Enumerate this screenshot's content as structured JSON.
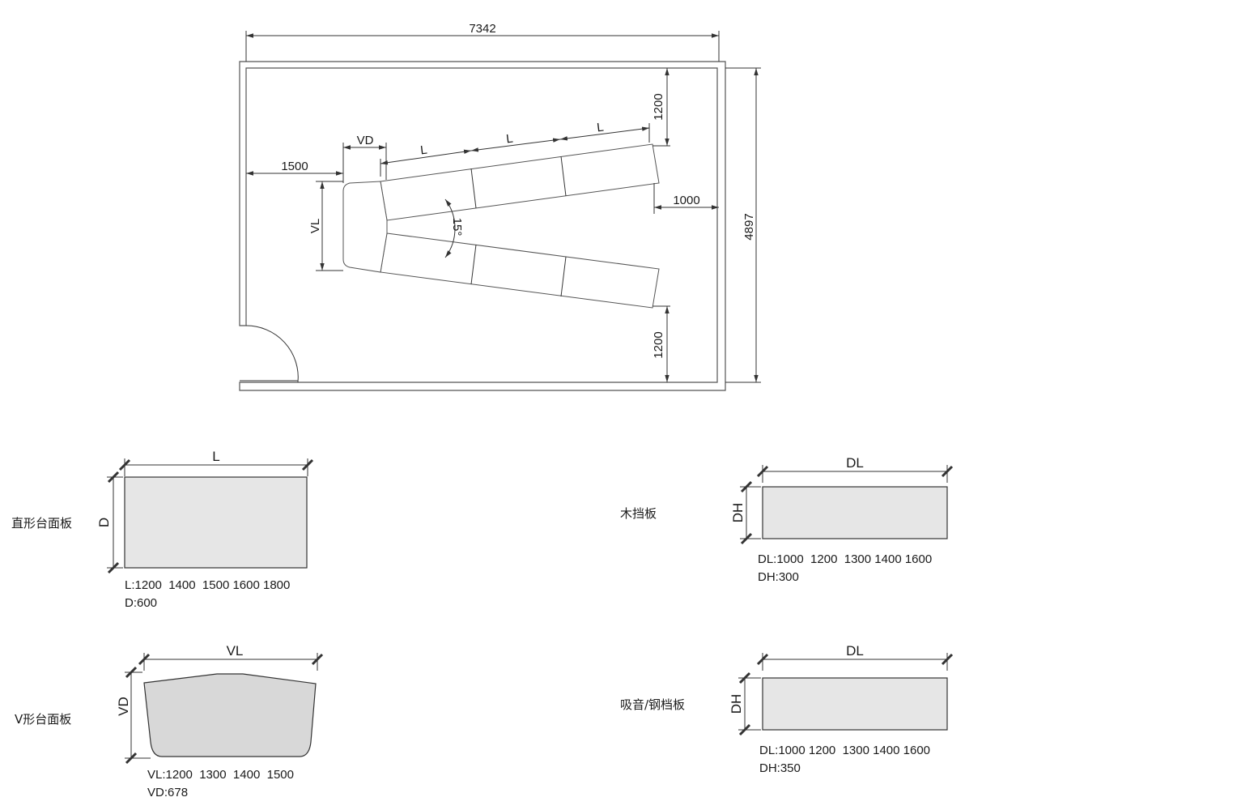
{
  "plan": {
    "room_width": "7342",
    "room_height": "4897",
    "gap_left": "1500",
    "gap_right": "1000",
    "gap_top": "1200",
    "gap_bottom": "1200",
    "vd_label": "VD",
    "vl_label": "VL",
    "l_label": "L",
    "angle": "15°"
  },
  "panels": {
    "straight": {
      "name": "直形台面板",
      "len_label": "L",
      "depth_label": "D",
      "spec_line1": "L:1200  1400  1500 1600 1800",
      "spec_line2": "D:600"
    },
    "vshape": {
      "name": "V形台面板",
      "len_label": "VL",
      "depth_label": "VD",
      "spec_line1": "VL:1200  1300  1400  1500",
      "spec_line2": "VD:678"
    },
    "wood": {
      "name": "木挡板",
      "len_label": "DL",
      "depth_label": "DH",
      "spec_line1": "DL:1000  1200  1300 1400 1600",
      "spec_line2": "DH:300"
    },
    "steel": {
      "name": "吸音/钢档板",
      "len_label": "DL",
      "depth_label": "DH",
      "spec_line1": "DL:1000 1200  1300 1400 1600",
      "spec_line2": "DH:350"
    }
  }
}
